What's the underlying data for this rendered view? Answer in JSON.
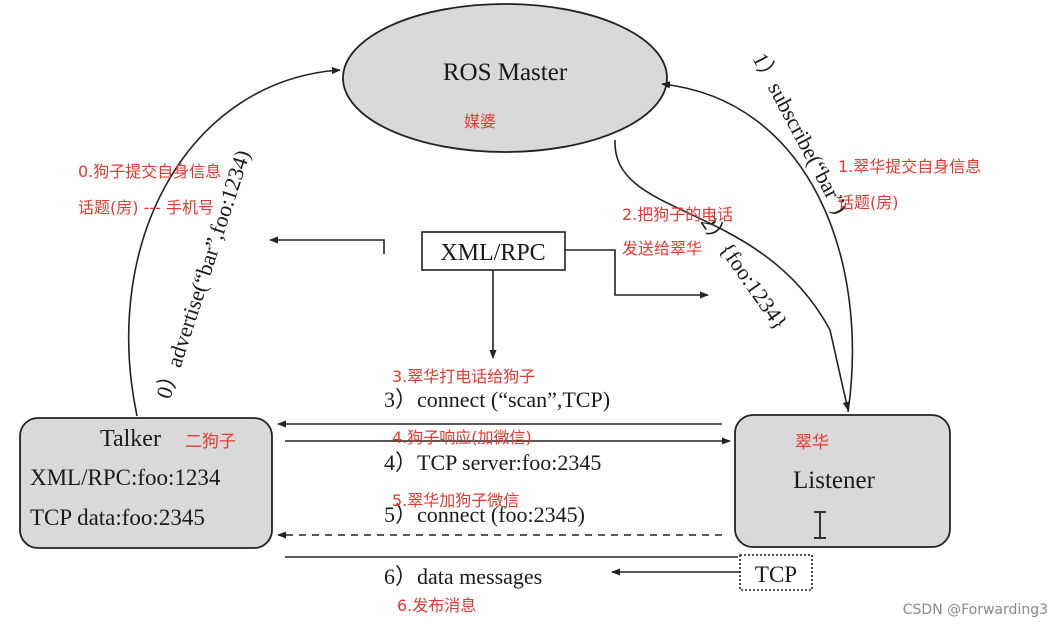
{
  "nodes": {
    "master": {
      "label": "ROS Master",
      "note": "媒婆",
      "fill": "#d9d9d9"
    },
    "talker": {
      "title": "Talker",
      "note": "二狗子",
      "line1": "XML/RPC:foo:1234",
      "line2": "TCP data:foo:2345",
      "fill": "#d9d9d9"
    },
    "listener": {
      "title": "Listener",
      "note": "翠华",
      "fill": "#d9d9d9"
    },
    "xmlrpc": {
      "label": "XML/RPC"
    },
    "tcp": {
      "label": "TCP"
    }
  },
  "edges": {
    "advertise": "0）advertise(“bar”,foo:1234)",
    "subscribe": "1）subscribe(“bar”)",
    "reply": "2）{foo:1234}",
    "connect_scan": "3）connect (“scan”,TCP)",
    "tcp_server": "4）TCP server:foo:2345",
    "connect_foo": "5）connect (foo:2345)",
    "data_messages": "6）data messages"
  },
  "notes": {
    "n0_line1": "0.狗子提交自身信息",
    "n0_line2": "话题(房) --- 手机号",
    "n1_line1": "1.翠华提交自身信息",
    "n1_line2": "话题(房)",
    "n2_line1": "2.把狗子的电话",
    "n2_line2": "发送给翠华",
    "n3": "3.翠华打电话给狗子",
    "n4": "4.狗子响应(加微信)",
    "n5": "5.翠华加狗子微信",
    "n6": "6.发布消息"
  },
  "watermark": "CSDN @Forwarding3",
  "colors": {
    "note": "#e8372f",
    "line": "#222222"
  }
}
